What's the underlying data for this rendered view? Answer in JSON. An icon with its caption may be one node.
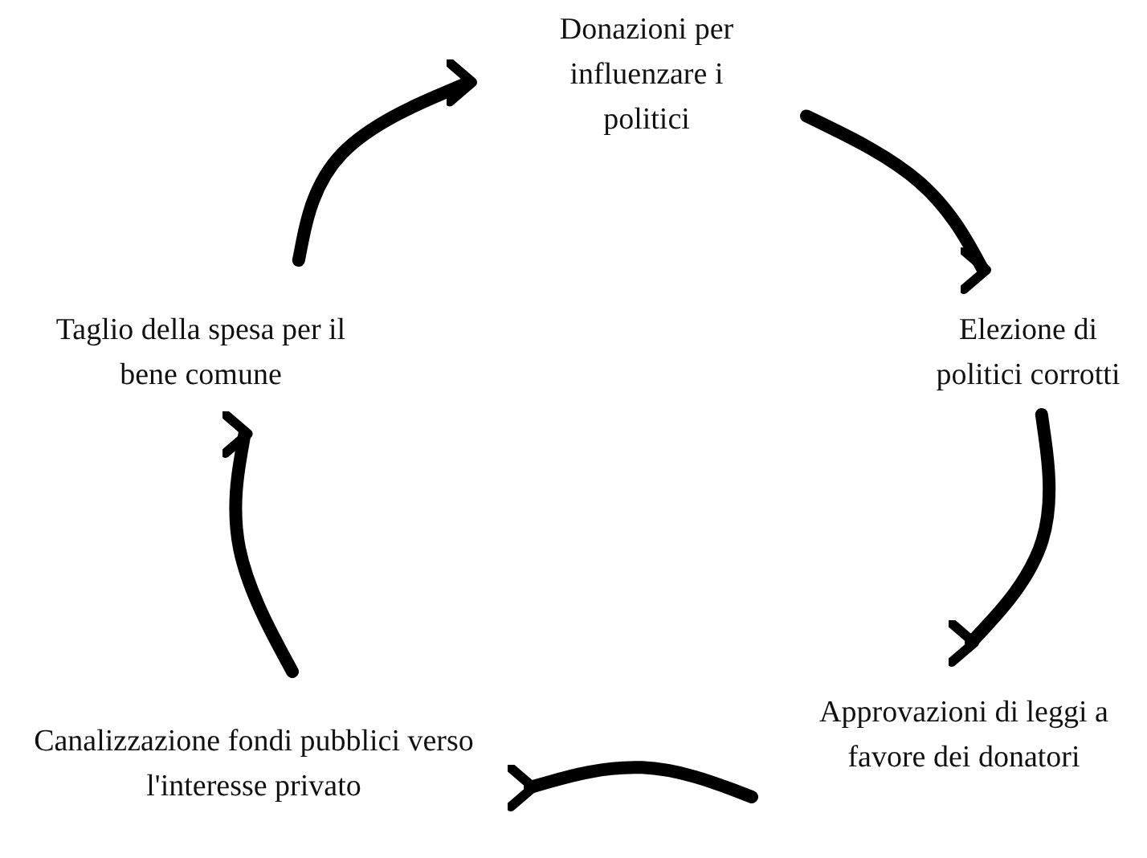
{
  "diagram": {
    "nodes": [
      {
        "text": [
          "Donazioni per influenzare i politici"
        ]
      },
      {
        "text": [
          "Elezione di politici corrotti"
        ]
      },
      {
        "text": [
          "Approvazioni di leggi a favore dei donatori"
        ]
      },
      {
        "text": [
          "Canalizzazione fondi pubblici verso l'interesse privato"
        ]
      },
      {
        "text": [
          "Taglio della spesa per il bene comune"
        ]
      }
    ],
    "edges": [
      {
        "from": 4,
        "to": 0,
        "arrow": "to"
      },
      {
        "from": 0,
        "to": 1,
        "arrow": "to"
      },
      {
        "from": 1,
        "to": 2,
        "arrow": "to"
      },
      {
        "from": 2,
        "to": 3,
        "arrow": "to"
      },
      {
        "from": 3,
        "to": 4,
        "arrow": "to"
      }
    ]
  }
}
